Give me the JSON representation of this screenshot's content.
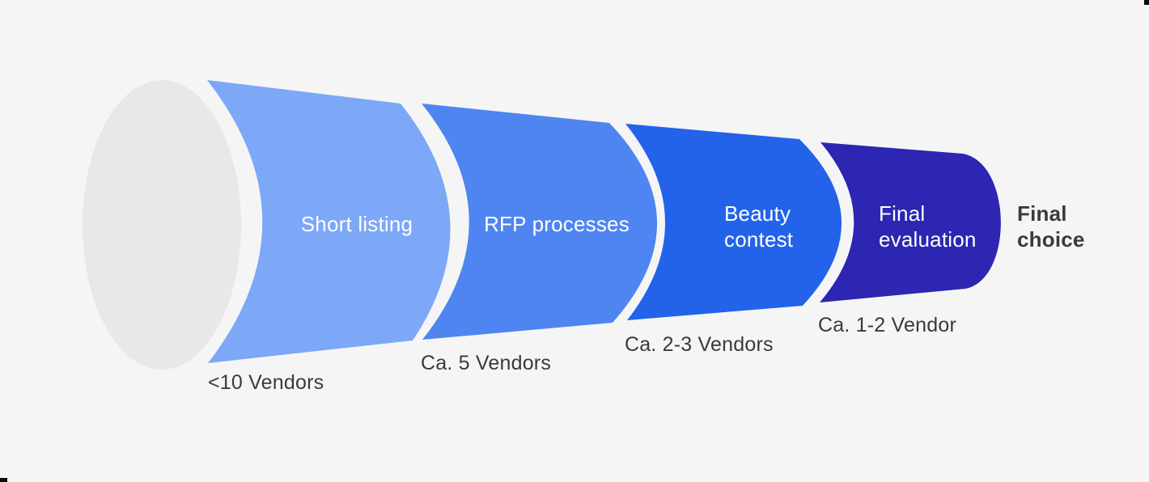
{
  "page": {
    "background": "#f5f5f6",
    "corner_mark_color": "#0a0a0a"
  },
  "funnel": {
    "intake_color": "#e8e8e8",
    "stage_label_color": "#ffffff",
    "sublabel_color": "#3a3a3a",
    "stages": [
      {
        "name": "Short listing",
        "lines": [
          "Short listing"
        ],
        "vendors": "<10 Vendors",
        "color": "#7da7f7"
      },
      {
        "name": "RFP processes",
        "lines": [
          "RFP processes"
        ],
        "vendors": "Ca. 5 Vendors",
        "color": "#4e85f0"
      },
      {
        "name": "Beauty contest",
        "lines": [
          "Beauty",
          "contest"
        ],
        "vendors": "Ca. 2-3 Vendors",
        "color": "#2363ea"
      },
      {
        "name": "Final evaluation",
        "lines": [
          "Final",
          "evaluation"
        ],
        "vendors": "Ca. 1-2 Vendor",
        "color": "#2c26b2"
      }
    ],
    "outcome": {
      "name": "Final choice",
      "lines": [
        "Final",
        "choice"
      ]
    }
  }
}
